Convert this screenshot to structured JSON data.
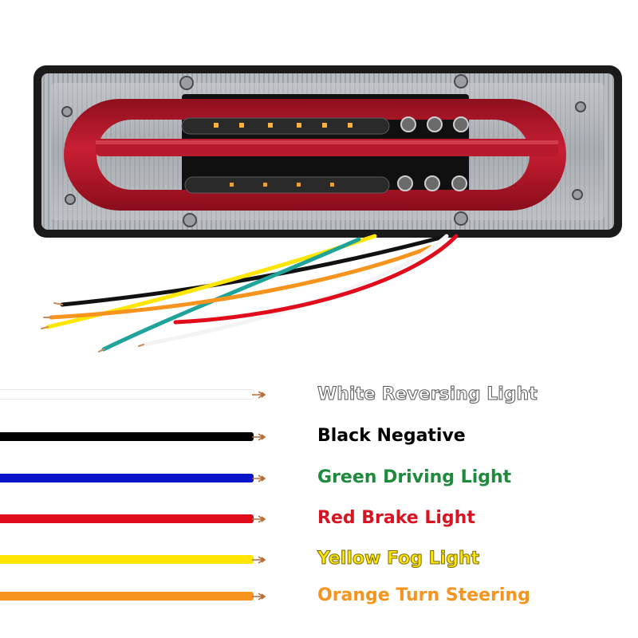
{
  "photo": {
    "subject": "led-trailer-tail-light-with-six-wires",
    "housing_color": "#1a1a1a",
    "lens_color": "#b3182a",
    "board_color": "#101010"
  },
  "legend": {
    "rows": [
      {
        "id": "white",
        "label": "White Reversing Light",
        "wire_color": "#ffffff",
        "text_color": "#ffffff"
      },
      {
        "id": "black",
        "label": "Black Negative",
        "wire_color": "#000000",
        "text_color": "#000000"
      },
      {
        "id": "green",
        "label": "Green Driving Light",
        "wire_color": "#0a14c8",
        "text_color": "#1e8a3c"
      },
      {
        "id": "red",
        "label": "Red Brake Light",
        "wire_color": "#e00c1c",
        "text_color": "#d91422"
      },
      {
        "id": "yellow",
        "label": "Yellow Fog Light",
        "wire_color": "#ffe600",
        "text_color": "#ffe600"
      },
      {
        "id": "orange",
        "label": "Orange Turn Steering",
        "wire_color": "#f7941d",
        "text_color": "#f7941d"
      }
    ]
  }
}
